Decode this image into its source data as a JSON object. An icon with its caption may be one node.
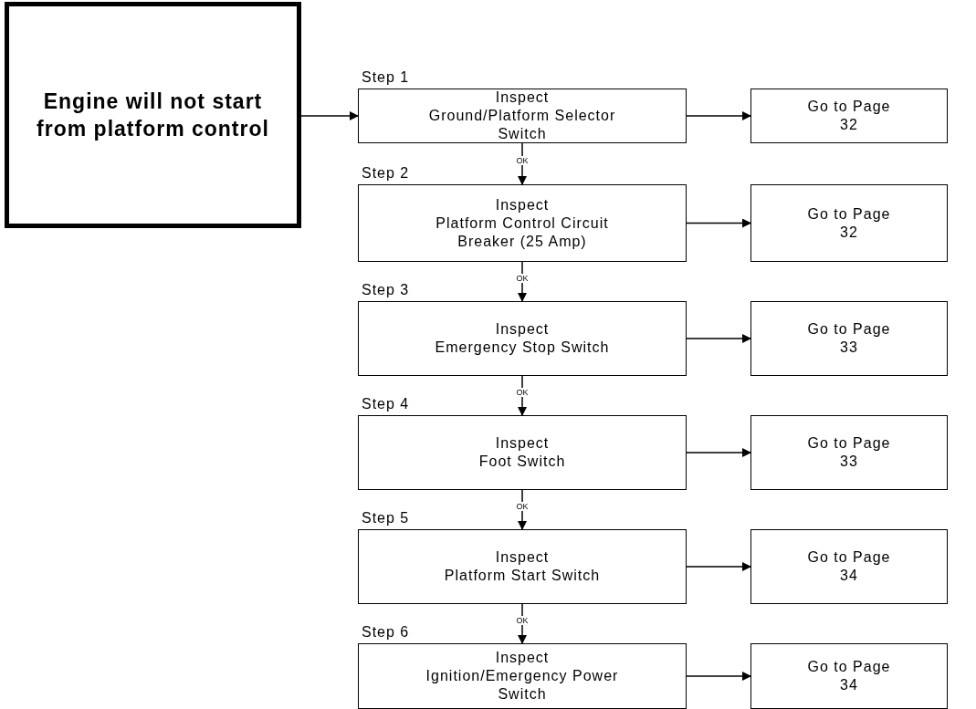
{
  "diagram": {
    "nodes": [
      {
        "text": [
          "Engine will not start from platform control"
        ]
      },
      {
        "text": [
          "Step 1",
          "Inspect",
          "Ground/Platform Selector Switch"
        ]
      },
      {
        "text": [
          "Go to Page",
          "32"
        ]
      },
      {
        "text": [
          "Step 2",
          "Inspect",
          "Platform Control Circuit Breaker (25 Amp)"
        ]
      },
      {
        "text": [
          "Go to Page",
          "32"
        ]
      },
      {
        "text": [
          "Step 3",
          "Inspect",
          "Emergency Stop Switch"
        ]
      },
      {
        "text": [
          "Go to Page",
          "33"
        ]
      },
      {
        "text": [
          "Step 4",
          "Inspect",
          "Foot Switch"
        ]
      },
      {
        "text": [
          "Go to Page",
          "33"
        ]
      },
      {
        "text": [
          "Step 5",
          "Inspect",
          "Platform Start Switch"
        ]
      },
      {
        "text": [
          "Go to Page",
          "34"
        ]
      },
      {
        "text": [
          "Step 6",
          "Inspect",
          "Ignition/Emergency Power Switch"
        ]
      },
      {
        "text": [
          "Go to Page",
          "34"
        ]
      }
    ],
    "edges": [
      {
        "from": 0,
        "to": 1,
        "arrow": "to"
      },
      {
        "from": 1,
        "to": 2,
        "arrow": "to"
      },
      {
        "from": 1,
        "to": 3,
        "arrow": "to",
        "label": "OK"
      },
      {
        "from": 3,
        "to": 4,
        "arrow": "to"
      },
      {
        "from": 3,
        "to": 5,
        "arrow": "to",
        "label": "OK"
      },
      {
        "from": 5,
        "to": 6,
        "arrow": "to"
      },
      {
        "from": 5,
        "to": 7,
        "arrow": "to",
        "label": "OK"
      },
      {
        "from": 7,
        "to": 8,
        "arrow": "to"
      },
      {
        "from": 7,
        "to": 9,
        "arrow": "to",
        "label": "OK"
      },
      {
        "from": 9,
        "to": 10,
        "arrow": "to"
      },
      {
        "from": 9,
        "to": 11,
        "arrow": "to",
        "label": "OK"
      },
      {
        "from": 11,
        "to": 12,
        "arrow": "to"
      }
    ]
  }
}
